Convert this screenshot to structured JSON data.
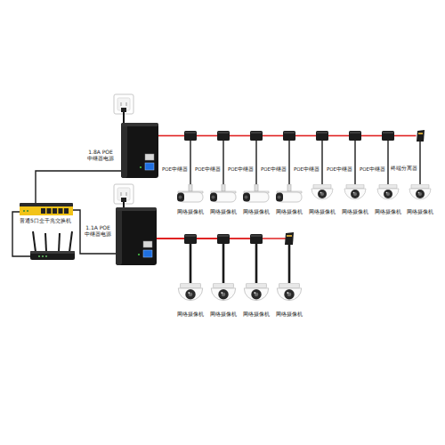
{
  "diagram": {
    "nodes": [
      {
        "text": [
          "普通5口全千兆交换机"
        ]
      },
      {
        "text": [
          "1.8A POE 中继器电源"
        ]
      },
      {
        "text": [
          "1.1A POE 中继器电源"
        ]
      },
      {
        "text": [
          "POE中继器"
        ]
      },
      {
        "text": [
          "POE中继器"
        ]
      },
      {
        "text": [
          "POE中继器"
        ]
      },
      {
        "text": [
          "POE中继器"
        ]
      },
      {
        "text": [
          "POE中继器"
        ]
      },
      {
        "text": [
          "POE中继器"
        ]
      },
      {
        "text": [
          "POE中继器"
        ]
      },
      {
        "text": [
          "终端分离器"
        ]
      },
      {
        "text": [
          "网络摄像机"
        ]
      },
      {
        "text": [
          "网络摄像机"
        ]
      },
      {
        "text": [
          "网络摄像机"
        ]
      },
      {
        "text": [
          "网络摄像机"
        ]
      },
      {
        "text": [
          "网络摄像机"
        ]
      },
      {
        "text": [
          "网络摄像机"
        ]
      },
      {
        "text": [
          "网络摄像机"
        ]
      },
      {
        "text": [
          "网络摄像机"
        ]
      },
      {
        "text": [
          "网络摄像机"
        ]
      },
      {
        "text": [
          "网络摄像机"
        ]
      },
      {
        "text": [
          "网络摄像机"
        ]
      },
      {
        "text": [
          "网络摄像机"
        ]
      }
    ],
    "edges": [
      {
        "from": 0,
        "to": 1,
        "arrow": "none"
      },
      {
        "from": 0,
        "to": 2,
        "arrow": "none"
      },
      {
        "from": 1,
        "to": 3,
        "arrow": "none"
      },
      {
        "from": 3,
        "to": 4,
        "arrow": "none"
      },
      {
        "from": 4,
        "to": 5,
        "arrow": "none"
      },
      {
        "from": 5,
        "to": 6,
        "arrow": "none"
      },
      {
        "from": 6,
        "to": 7,
        "arrow": "none"
      },
      {
        "from": 7,
        "to": 8,
        "arrow": "none"
      },
      {
        "from": 8,
        "to": 9,
        "arrow": "none"
      },
      {
        "from": 9,
        "to": 10,
        "arrow": "none"
      },
      {
        "from": 3,
        "to": 11,
        "arrow": "none"
      },
      {
        "from": 4,
        "to": 12,
        "arrow": "none"
      },
      {
        "from": 5,
        "to": 13,
        "arrow": "none"
      },
      {
        "from": 6,
        "to": 14,
        "arrow": "none"
      },
      {
        "from": 7,
        "to": 15,
        "arrow": "none"
      },
      {
        "from": 8,
        "to": 16,
        "arrow": "none"
      },
      {
        "from": 9,
        "to": 17,
        "arrow": "none"
      },
      {
        "from": 10,
        "to": 18,
        "arrow": "none"
      },
      {
        "from": 2,
        "to": 19,
        "arrow": "none"
      },
      {
        "from": 2,
        "to": 20,
        "arrow": "none"
      },
      {
        "from": 2,
        "to": 21,
        "arrow": "none"
      },
      {
        "from": 2,
        "to": 22,
        "arrow": "none"
      }
    ]
  }
}
